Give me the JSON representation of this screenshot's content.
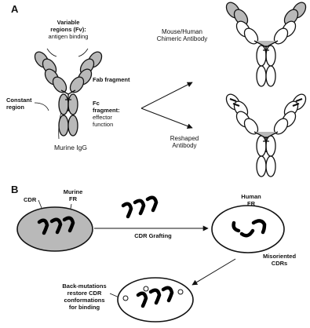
{
  "panel_a": {
    "letter": "A",
    "variable_regions": [
      "Variable",
      "regions (Fv):",
      "antigen binding"
    ],
    "constant_region": [
      "Constant",
      "region"
    ],
    "fab_fragment": "Fab fragment",
    "fc_fragment": [
      "Fc",
      "fragment:",
      "effector",
      "function"
    ],
    "murine_igg": "Murine IgG",
    "chimeric": [
      "Mouse/Human",
      "Chimeric Antibody"
    ],
    "reshaped": [
      "Reshaped",
      "Antibody"
    ]
  },
  "panel_b": {
    "letter": "B",
    "cdr": "CDR",
    "murine_fr": [
      "Murine",
      "FR"
    ],
    "cdr_grafting": "CDR Grafting",
    "human_fr": [
      "Human",
      "FR"
    ],
    "misoriented": [
      "Misoriented",
      "CDRs"
    ],
    "back_mutations": [
      "Back-mutations",
      "restore CDR",
      "conformations",
      "for binding"
    ]
  },
  "colors": {
    "murine_fill": "#b9b9b9",
    "human_fill": "#ffffff",
    "outline": "#111111",
    "cdr": "#000000"
  }
}
